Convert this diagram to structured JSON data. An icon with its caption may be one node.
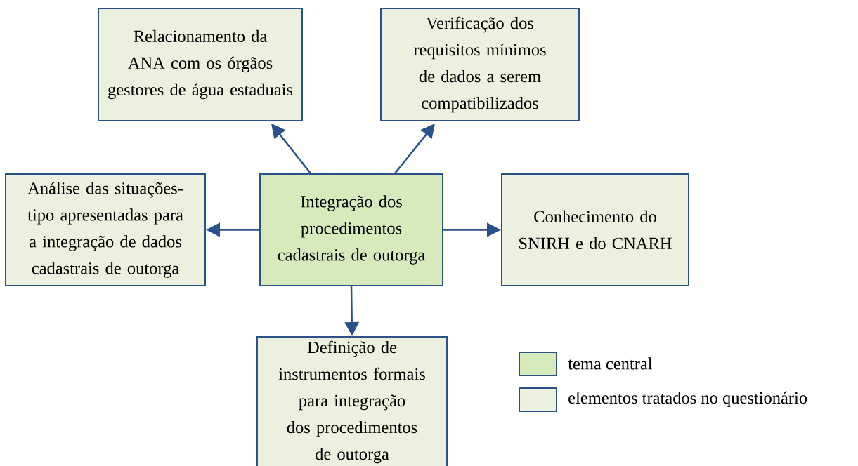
{
  "diagram": {
    "nodes": [
      {
        "text": [
          "Integração dos procedimentos cadastrais de outorga"
        ]
      },
      {
        "text": [
          "Relacionamento da ANA com os órgãos gestores de água estaduais"
        ]
      },
      {
        "text": [
          "Verificação dos requisitos mínimos de dados a serem compatibilizados"
        ]
      },
      {
        "text": [
          "Análise das situações-tipo apresentadas para a integração de dados cadastrais de outorga"
        ]
      },
      {
        "text": [
          "Conhecimento do SNIRH e do CNARH"
        ]
      },
      {
        "text": [
          "Definição de instrumentos formais para integração dos procedimentos de outorga"
        ]
      }
    ],
    "edges": [
      {
        "from": 0,
        "to": 1,
        "arrow": "to"
      },
      {
        "from": 0,
        "to": 2,
        "arrow": "to"
      },
      {
        "from": 0,
        "to": 3,
        "arrow": "to"
      },
      {
        "from": 0,
        "to": 4,
        "arrow": "to"
      },
      {
        "from": 0,
        "to": 5,
        "arrow": "to"
      }
    ],
    "legend": [
      {
        "text": "tema central",
        "color": "#d7eabc"
      },
      {
        "text": "elementos tratados no questionário",
        "color": "#ebf1de"
      }
    ]
  }
}
